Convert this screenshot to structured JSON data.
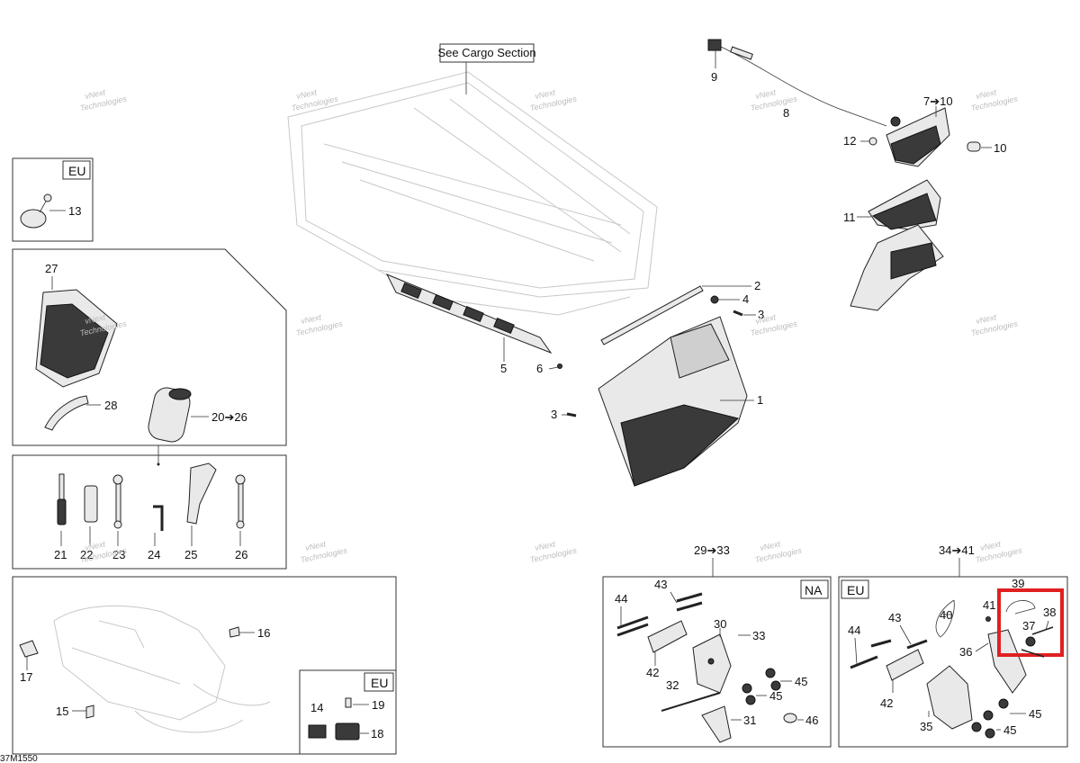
{
  "notes": {
    "see_cargo": "See Cargo Section",
    "drawing_code": "37M1550",
    "region_eu": "EU",
    "region_na": "NA"
  },
  "watermark": {
    "line1": "vNext",
    "line2": "Technologies",
    "small": "vNext Technologies"
  },
  "labels": {
    "p1": "1",
    "p2": "2",
    "p3a": "3",
    "p3b": "3",
    "p4": "4",
    "p5": "5",
    "p6": "6",
    "p7": "7➔10",
    "p8": "8",
    "p9": "9",
    "p10": "10",
    "p11": "11",
    "p12": "12",
    "p13": "13",
    "p14": "14",
    "p15": "15",
    "p16": "16",
    "p17": "17",
    "p18": "18",
    "p19": "19",
    "p20": "20➔26",
    "p21": "21",
    "p22": "22",
    "p23": "23",
    "p24": "24",
    "p25": "25",
    "p26": "26",
    "p27": "27",
    "p28": "28",
    "p29": "29➔33",
    "p30": "30",
    "p31": "31",
    "p32": "32",
    "p33": "33",
    "p34": "34➔41",
    "p35": "35",
    "p36": "36",
    "p37": "37",
    "p38": "38",
    "p39": "39",
    "p40": "40",
    "p41": "41",
    "p42a": "42",
    "p42b": "42",
    "p43a": "43",
    "p43b": "43",
    "p44a": "44",
    "p44b": "44",
    "p45a": "45",
    "p45b": "45",
    "p45c": "45",
    "p45d": "45",
    "p46": "46"
  },
  "highlight_color": "#e02020"
}
